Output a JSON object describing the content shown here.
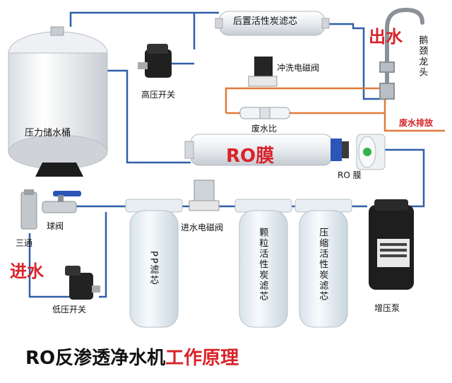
{
  "labels": {
    "post_carbon": "后置活性炭滤芯",
    "outlet": "出水",
    "gooseneck_faucet": "鹅颈龙头",
    "flush_valve": "冲洗电磁阀",
    "high_pressure_switch": "高压开关",
    "tank": "压力储水桶",
    "waste_ratio": "废水比",
    "waste_drain": "废水排放",
    "ro_membrane_big": "RO膜",
    "ro_membrane_small": "RO 膜",
    "tee": "三通",
    "ball_valve": "球阀",
    "inlet": "进水",
    "inlet_valve": "进水电磁阀",
    "pp_filter": "PP滤芯",
    "granular_carbon": "颗粒活性炭滤芯",
    "compressed_carbon": "压缩活性炭滤芯",
    "booster_pump": "增压泵",
    "low_pressure_switch": "低压开关"
  },
  "title": {
    "part1": "RO反渗透净水机",
    "part2": "工作原理"
  },
  "colors": {
    "pipe": "#2f5fa8",
    "waste_pipe": "#e07a3a",
    "highlight": "#d8232a"
  }
}
